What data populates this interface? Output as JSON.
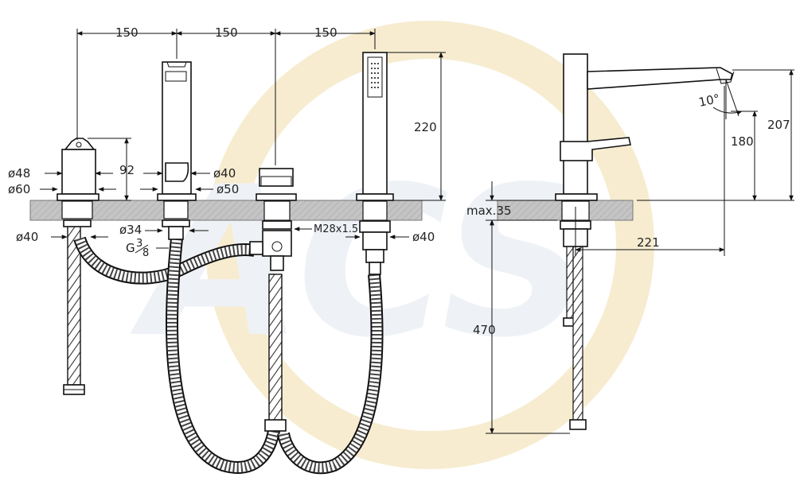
{
  "drawing": {
    "spacing": [
      "150",
      "150",
      "150"
    ],
    "body_height": "92",
    "spout_diameter": "ø40",
    "spout_base_diameter": "ø50",
    "handshower_height": "220",
    "valve_top_diameter": "ø48",
    "valve_base_diameter": "ø60",
    "left_shank_diameter": "ø40",
    "shank_diameter": "ø34",
    "thread_prefix": "G",
    "thread_num": "3",
    "thread_den": "8",
    "diverter_thread": "M28x1.5",
    "handshower_shank_diameter": "ø40",
    "deck_thickness": "max.35",
    "projection": "221",
    "total_height": "207",
    "outlet_height": "180",
    "spout_angle": "10°",
    "hose_length": "470"
  },
  "colors": {
    "line": "#111111",
    "deck_fill": "#bdbdbd",
    "watermark_ring": "#f6e8c4",
    "watermark_text": "#e6ecf2"
  }
}
